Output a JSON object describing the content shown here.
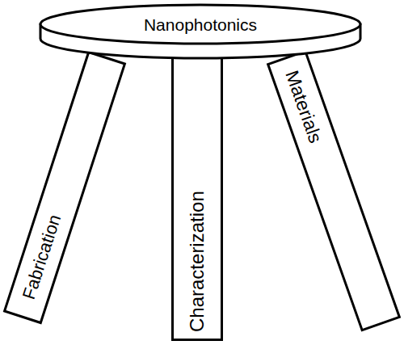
{
  "diagram": {
    "nodes": [
      {
        "text": [
          "Nanophotonics"
        ]
      },
      {
        "text": [
          "Fabrication"
        ]
      },
      {
        "text": [
          "Characterization"
        ]
      },
      {
        "text": [
          "Materials"
        ]
      }
    ]
  }
}
